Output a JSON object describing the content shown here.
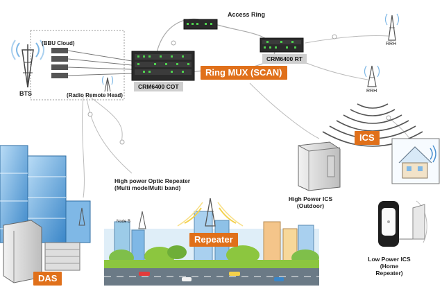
{
  "labels": {
    "bbu_cloud": "(BBU Cloud)",
    "radio_remote_head": "(Radio Remote Head)",
    "bts": "BTS",
    "access_ring": "Access Ring",
    "crm_cot": "CRM6400 COT",
    "crm_rt": "CRM6400 RT",
    "rrh_top": "RRH",
    "rrh_mid": "RRH",
    "node_b": "Node B",
    "optic_repeater_line1": "High power Optic Repeater",
    "optic_repeater_line2": "(Multi mode/Multi band)",
    "high_ics_line1": "High Power ICS",
    "high_ics_line2": "(Outdoor)",
    "low_ics_line1": "Low Power ICS",
    "low_ics_line2": "(Home",
    "low_ics_line3": "Repeater)"
  },
  "badges": {
    "ring_mux": "Ring MUX (SCAN)",
    "ics": "ICS",
    "repeater": "Repeater",
    "das": "DAS"
  },
  "colors": {
    "badge": "#e0701a",
    "plate": "#cfcfcf",
    "equipment": "#2a2a2a",
    "led": "#4fd14f",
    "sky": "#7fb8e6",
    "grass": "#8cc63f"
  }
}
